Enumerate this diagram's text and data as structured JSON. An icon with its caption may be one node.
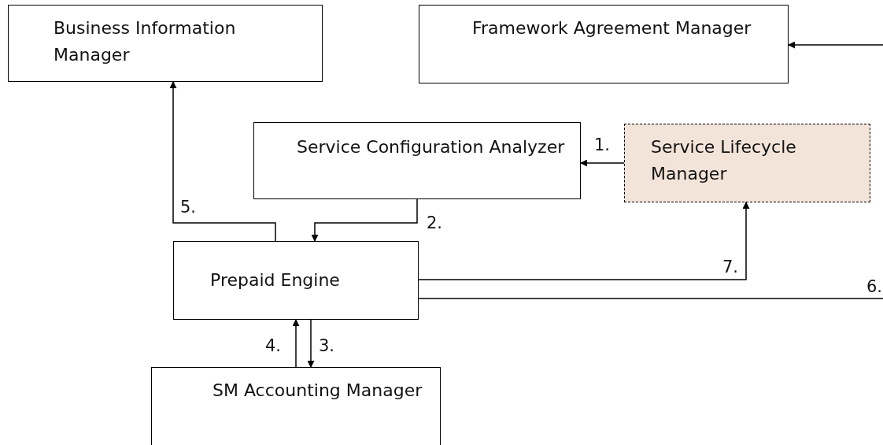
{
  "diagram": {
    "nodes": [
      {
        "text": [
          "Business Information Manager"
        ]
      },
      {
        "text": [
          "Framework Agreement Manager"
        ]
      },
      {
        "text": [
          "Service Configuration Analyzer"
        ]
      },
      {
        "text": [
          "Service Lifecycle Manager"
        ]
      },
      {
        "text": [
          "Prepaid Engine"
        ]
      },
      {
        "text": [
          "SM Accounting Manager"
        ]
      }
    ],
    "edges": [
      {
        "from": 3,
        "to": 2,
        "arrow": "to",
        "label": "1."
      },
      {
        "from": 2,
        "to": 4,
        "arrow": "to",
        "label": "2."
      },
      {
        "from": 4,
        "to": 5,
        "arrow": "to",
        "label": "3."
      },
      {
        "from": 5,
        "to": 4,
        "arrow": "to",
        "label": "4."
      },
      {
        "from": 4,
        "to": 0,
        "arrow": "to",
        "label": "5."
      },
      {
        "from": 4,
        "to": null,
        "arrow": "none",
        "label": "6."
      },
      {
        "from": 4,
        "to": 3,
        "arrow": "to",
        "label": "7."
      },
      {
        "from": null,
        "to": 1,
        "arrow": "to"
      }
    ]
  }
}
